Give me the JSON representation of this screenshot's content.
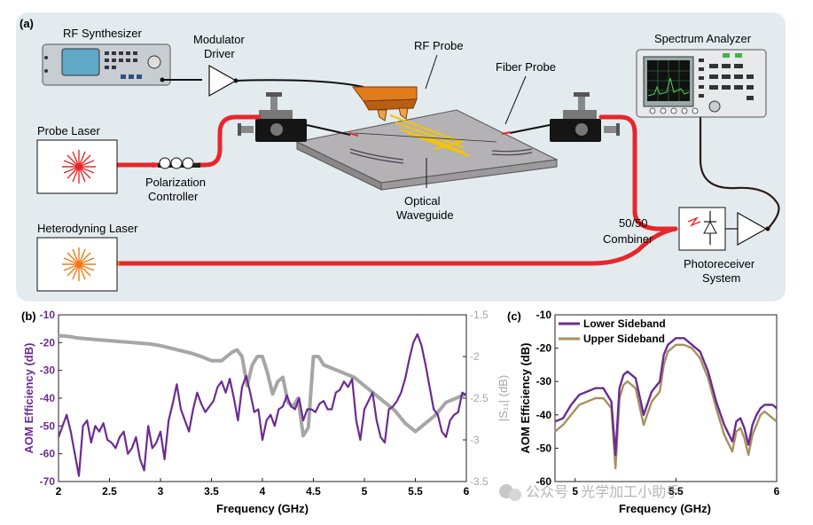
{
  "panel_a": {
    "label": "(a)",
    "rf_synthesizer": "RF Synthesizer",
    "modulator_driver_line1": "Modulator",
    "modulator_driver_line2": "Driver",
    "rf_probe": "RF Probe",
    "fiber_probe": "Fiber Probe",
    "spectrum_analyzer": "Spectrum Analyzer",
    "probe_laser": "Probe Laser",
    "polarization_line1": "Polarization",
    "polarization_line2": "Controller",
    "optical_waveguide_line1": "Optical",
    "optical_waveguide_line2": "Waveguide",
    "heterodyning_laser": "Heterodyning Laser",
    "combiner_line1": "50/50",
    "combiner_line2": "Combiner",
    "photoreceiver_line1": "Photoreceiver",
    "photoreceiver_line2": "System",
    "colors": {
      "fiber": "#e8262a",
      "laser_red": "#e8262a",
      "laser_orange": "#f07a16",
      "probe": "#e07b1e",
      "electrode": "#f5c400",
      "panel_bg": "#e4ebef"
    }
  },
  "panel_b": {
    "label": "(b)",
    "xlabel": "Frequency (GHz)",
    "ylabel_left": "AOM Efficiency (dB)",
    "ylabel_right": "|S₁₁| (dB)",
    "xticks": [
      "2",
      "2.5",
      "3",
      "3.5",
      "4",
      "4.5",
      "5",
      "5.5",
      "6"
    ],
    "yticks_left": [
      "-10",
      "-20",
      "-30",
      "-40",
      "-50",
      "-60",
      "-70"
    ],
    "yticks_right": [
      "-1.5",
      "-2",
      "-2.5",
      "-3",
      "-3.5"
    ]
  },
  "panel_c": {
    "label": "(c)",
    "xlabel": "Frequency (GHz)",
    "ylabel": "AOM Efficiency (dB)",
    "xticks": [
      "5",
      "5.5",
      "6"
    ],
    "yticks": [
      "-10",
      "-20",
      "-30",
      "-40",
      "-50",
      "-60"
    ],
    "legend": [
      "Lower Sideband",
      "Upper Sideband"
    ]
  },
  "watermark": "公众号 · 光学加工小助手",
  "chart_data": [
    {
      "type": "line",
      "xlabel": "Frequency (GHz)",
      "xlim": [
        2,
        6
      ],
      "series": [
        {
          "axis": "left",
          "ylabel": "AOM Efficiency (dB)",
          "ylim": [
            -70,
            -10
          ],
          "color": "#6b2c91",
          "x": [
            2.0,
            2.04,
            2.08,
            2.12,
            2.16,
            2.2,
            2.24,
            2.28,
            2.32,
            2.36,
            2.4,
            2.44,
            2.48,
            2.52,
            2.56,
            2.6,
            2.64,
            2.68,
            2.72,
            2.76,
            2.8,
            2.84,
            2.88,
            2.92,
            2.96,
            3.0,
            3.04,
            3.08,
            3.12,
            3.16,
            3.2,
            3.24,
            3.28,
            3.32,
            3.36,
            3.4,
            3.44,
            3.48,
            3.52,
            3.56,
            3.6,
            3.64,
            3.68,
            3.72,
            3.76,
            3.8,
            3.84,
            3.88,
            3.92,
            3.96,
            4.0,
            4.04,
            4.08,
            4.12,
            4.16,
            4.2,
            4.24,
            4.28,
            4.32,
            4.36,
            4.4,
            4.44,
            4.48,
            4.52,
            4.56,
            4.6,
            4.64,
            4.68,
            4.72,
            4.76,
            4.8,
            4.84,
            4.88,
            4.92,
            4.96,
            5.0,
            5.04,
            5.08,
            5.12,
            5.16,
            5.2,
            5.24,
            5.28,
            5.32,
            5.36,
            5.4,
            5.44,
            5.48,
            5.52,
            5.56,
            5.6,
            5.64,
            5.68,
            5.72,
            5.76,
            5.8,
            5.84,
            5.88,
            5.92,
            5.96,
            6.0
          ],
          "y": [
            -54,
            -50,
            -46,
            -52,
            -60,
            -68,
            -50,
            -48,
            -56,
            -50,
            -52,
            -49,
            -55,
            -56,
            -58,
            -54,
            -52,
            -60,
            -58,
            -54,
            -62,
            -66,
            -50,
            -58,
            -56,
            -52,
            -62,
            -48,
            -42,
            -35,
            -44,
            -48,
            -52,
            -44,
            -38,
            -42,
            -45,
            -43,
            -41,
            -36,
            -34,
            -38,
            -33,
            -40,
            -48,
            -36,
            -32,
            -38,
            -45,
            -44,
            -55,
            -48,
            -46,
            -50,
            -44,
            -43,
            -39,
            -43,
            -44,
            -40,
            -48,
            -44,
            -44,
            -45,
            -42,
            -41,
            -44,
            -44,
            -38,
            -37,
            -34,
            -36,
            -33,
            -48,
            -55,
            -44,
            -41,
            -38,
            -48,
            -54,
            -56,
            -44,
            -43,
            -41,
            -38,
            -33,
            -26,
            -20,
            -17,
            -21,
            -28,
            -36,
            -44,
            -46,
            -52,
            -54,
            -48,
            -46,
            -45,
            -38,
            -39
          ]
        },
        {
          "axis": "right",
          "ylabel": "|S11| (dB)",
          "ylim": [
            -3.5,
            -1.5
          ],
          "color": "#a6a6a6",
          "x": [
            2.0,
            2.1,
            2.2,
            2.3,
            2.4,
            2.5,
            2.6,
            2.7,
            2.8,
            2.9,
            3.0,
            3.1,
            3.2,
            3.3,
            3.4,
            3.5,
            3.6,
            3.7,
            3.75,
            3.8,
            3.85,
            3.9,
            3.95,
            4.0,
            4.05,
            4.1,
            4.15,
            4.2,
            4.25,
            4.3,
            4.35,
            4.4,
            4.45,
            4.5,
            4.55,
            4.6,
            4.7,
            4.8,
            4.9,
            5.0,
            5.1,
            5.2,
            5.3,
            5.4,
            5.45,
            5.5,
            5.55,
            5.6,
            5.7,
            5.8,
            5.9,
            6.0
          ],
          "y": [
            -1.75,
            -1.76,
            -1.78,
            -1.79,
            -1.8,
            -1.81,
            -1.82,
            -1.83,
            -1.84,
            -1.85,
            -1.87,
            -1.9,
            -1.93,
            -1.96,
            -2.0,
            -2.05,
            -2.05,
            -1.95,
            -1.92,
            -2.0,
            -2.35,
            -2.1,
            -2.0,
            -2.0,
            -2.2,
            -2.45,
            -2.3,
            -2.25,
            -2.55,
            -2.6,
            -2.5,
            -2.95,
            -2.85,
            -2.0,
            -2.0,
            -2.1,
            -2.15,
            -2.2,
            -2.25,
            -2.35,
            -2.45,
            -2.55,
            -2.65,
            -2.8,
            -2.85,
            -2.9,
            -2.85,
            -2.8,
            -2.7,
            -2.55,
            -2.5,
            -2.45
          ]
        }
      ]
    },
    {
      "type": "line",
      "xlabel": "Frequency (GHz)",
      "ylabel": "AOM Efficiency (dB)",
      "xlim": [
        4.9,
        6.0
      ],
      "ylim": [
        -60,
        -10
      ],
      "series": [
        {
          "name": "Lower Sideband",
          "color": "#6b2c91",
          "x": [
            4.9,
            4.94,
            4.98,
            5.02,
            5.06,
            5.1,
            5.14,
            5.18,
            5.2,
            5.22,
            5.24,
            5.26,
            5.3,
            5.34,
            5.38,
            5.42,
            5.44,
            5.46,
            5.5,
            5.54,
            5.58,
            5.62,
            5.66,
            5.7,
            5.74,
            5.78,
            5.8,
            5.82,
            5.84,
            5.86,
            5.88,
            5.9,
            5.92,
            5.94,
            5.96,
            5.98,
            6.0
          ],
          "y": [
            -42,
            -41,
            -37,
            -34,
            -33,
            -32,
            -32,
            -36,
            -52,
            -32,
            -28,
            -27,
            -29,
            -40,
            -33,
            -30,
            -22,
            -19,
            -17,
            -17,
            -19,
            -21,
            -27,
            -36,
            -43,
            -48,
            -42,
            -41,
            -44,
            -49,
            -43,
            -40,
            -38,
            -37,
            -37,
            -37,
            -38
          ]
        },
        {
          "name": "Upper Sideband",
          "color": "#a89060",
          "x": [
            4.9,
            4.94,
            4.98,
            5.02,
            5.06,
            5.1,
            5.14,
            5.18,
            5.2,
            5.22,
            5.24,
            5.26,
            5.3,
            5.34,
            5.38,
            5.42,
            5.44,
            5.46,
            5.5,
            5.54,
            5.58,
            5.62,
            5.66,
            5.7,
            5.74,
            5.78,
            5.8,
            5.82,
            5.84,
            5.86,
            5.88,
            5.9,
            5.92,
            5.94,
            5.96,
            5.98,
            6.0
          ],
          "y": [
            -45,
            -43,
            -40,
            -37,
            -36,
            -35,
            -35,
            -38,
            -56,
            -35,
            -31,
            -30,
            -32,
            -43,
            -36,
            -33,
            -25,
            -21,
            -19,
            -19,
            -20,
            -23,
            -29,
            -38,
            -46,
            -51,
            -45,
            -44,
            -47,
            -52,
            -46,
            -43,
            -40,
            -39,
            -40,
            -41,
            -42
          ]
        }
      ]
    }
  ]
}
